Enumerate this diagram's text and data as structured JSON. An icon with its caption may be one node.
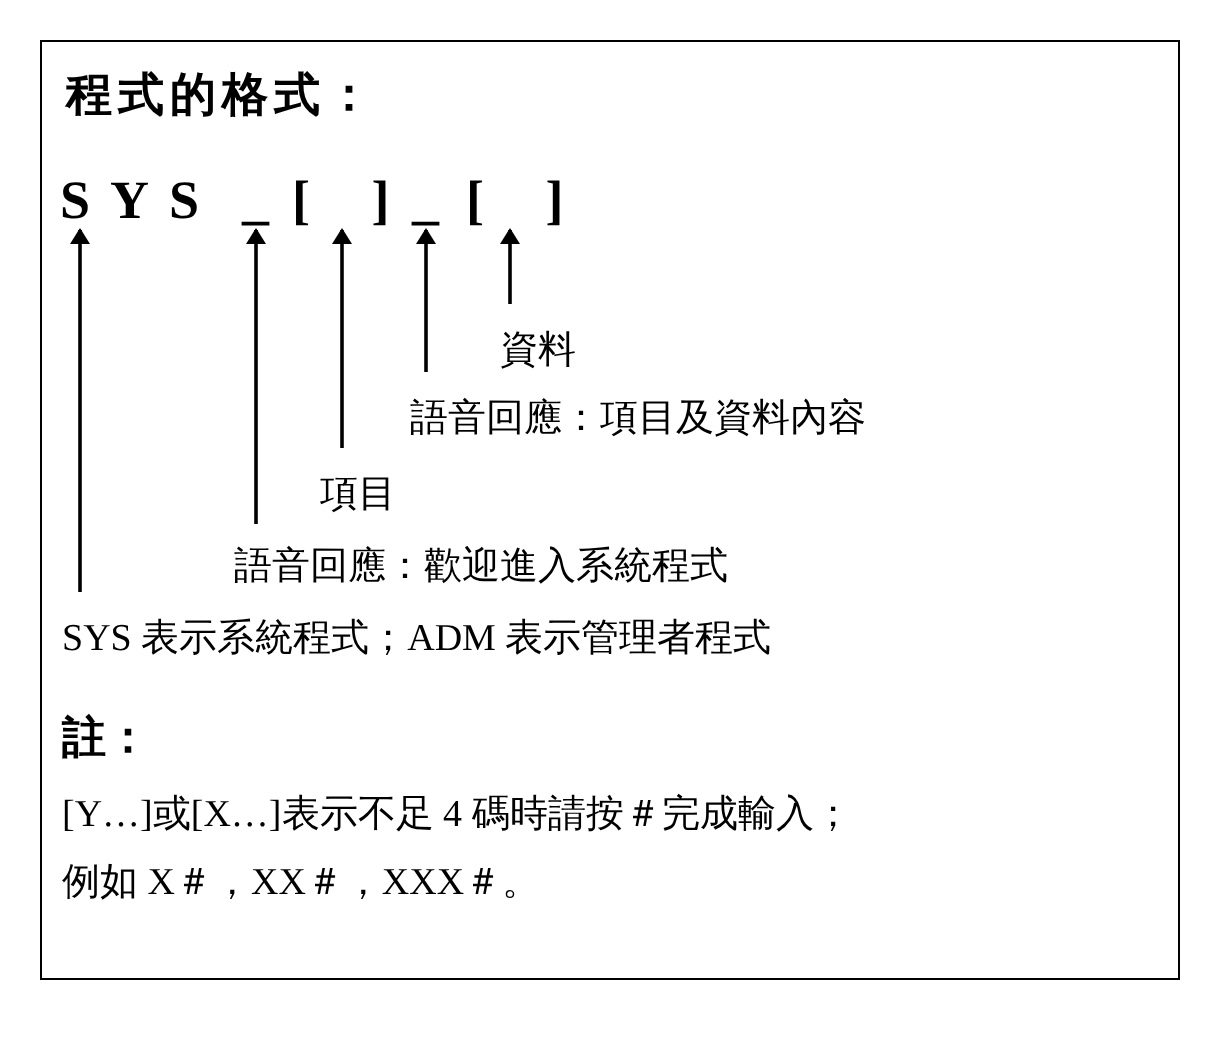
{
  "diagram": {
    "title": "程式的格式：",
    "nodes": [
      {
        "text": [
          "SYS"
        ]
      },
      {
        "text": [
          "_"
        ]
      },
      {
        "text": [
          "[ ]"
        ]
      },
      {
        "text": [
          "_"
        ]
      },
      {
        "text": [
          "[ ]"
        ]
      },
      {
        "text": [
          "資料"
        ]
      },
      {
        "text": [
          "語音回應：項目及資料內容"
        ]
      },
      {
        "text": [
          "項目"
        ]
      },
      {
        "text": [
          "語音回應：歡迎進入系統程式"
        ]
      },
      {
        "text": [
          "SYS 表示系統程式；ADM 表示管理者程式"
        ]
      }
    ],
    "edges": [
      {
        "from": 5,
        "to": 4,
        "arrow": "to"
      },
      {
        "from": 6,
        "to": 3,
        "arrow": "to"
      },
      {
        "from": 7,
        "to": 2,
        "arrow": "to"
      },
      {
        "from": 8,
        "to": 1,
        "arrow": "to"
      },
      {
        "from": 9,
        "to": 0,
        "arrow": "to"
      }
    ],
    "labels": [
      "註：",
      "[Y…]或[X…]表示不足 4 碼時請按＃完成輸入；",
      "例如 X＃，XX＃，XXX＃。"
    ]
  }
}
